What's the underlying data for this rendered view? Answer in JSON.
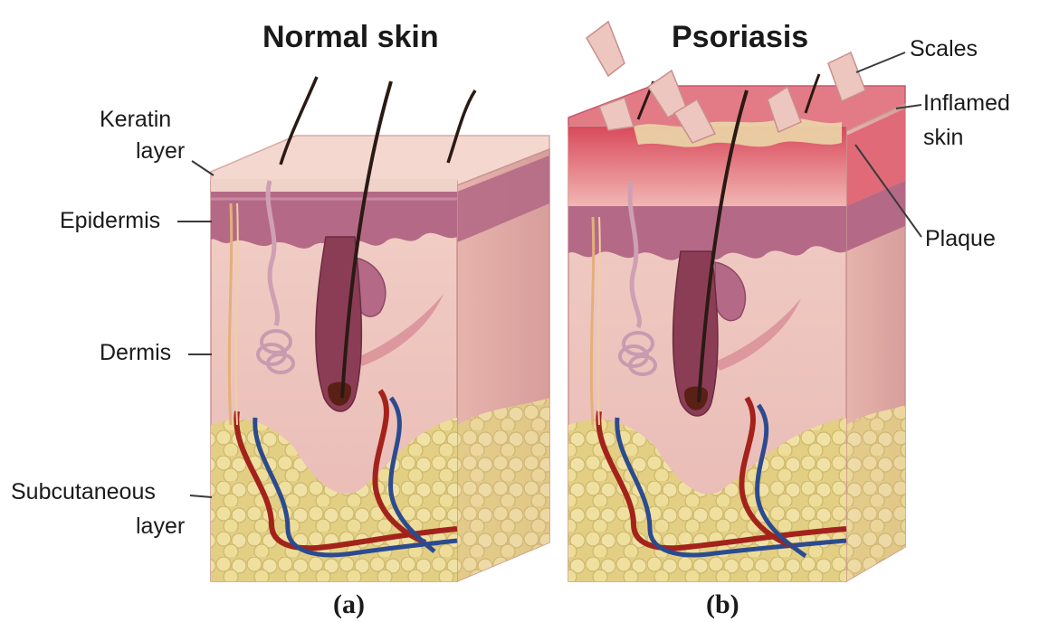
{
  "panels": {
    "normal": {
      "title": "Normal skin",
      "caption": "(a)"
    },
    "psoriasis": {
      "title": "Psoriasis",
      "caption": "(b)"
    }
  },
  "labels": {
    "keratin_1": "Keratin",
    "keratin_2": "layer",
    "epidermis": "Epidermis",
    "dermis": "Dermis",
    "subcutaneous_1": "Subcutaneous",
    "subcutaneous_2": "layer",
    "scales": "Scales",
    "inflamed_1": "Inflamed",
    "inflamed_2": "skin",
    "plaque": "Plaque"
  },
  "colors": {
    "epidermis": "#b86a8a",
    "dermis": "#ecbfbf",
    "fat": "#e6d58a",
    "artery": "#a3231c",
    "vein": "#2c4b8f",
    "inflamed": "#e8868e",
    "plaque": "#ead7a8"
  }
}
